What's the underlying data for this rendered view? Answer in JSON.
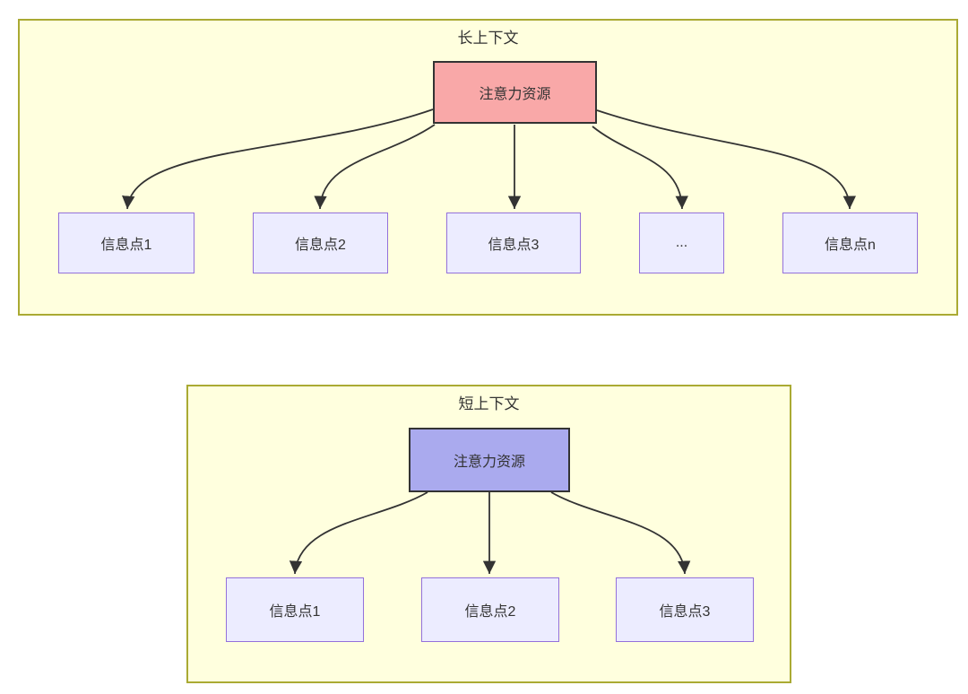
{
  "colors": {
    "cluster_fill": "#ffffde",
    "cluster_border": "#aaaa33",
    "node_fill": "#ececff",
    "node_border": "#9370db",
    "attn_long_fill": "#f9a8a8",
    "attn_short_fill": "#aaaaee",
    "attn_border": "#333333",
    "edge": "#333333",
    "text": "#333333"
  },
  "diagrams": [
    {
      "title": "长上下文",
      "attention_label": "注意力资源",
      "nodes": [
        "信息点1",
        "信息点2",
        "信息点3",
        "...",
        "信息点n"
      ]
    },
    {
      "title": "短上下文",
      "attention_label": "注意力资源",
      "nodes": [
        "信息点1",
        "信息点2",
        "信息点3"
      ]
    }
  ]
}
